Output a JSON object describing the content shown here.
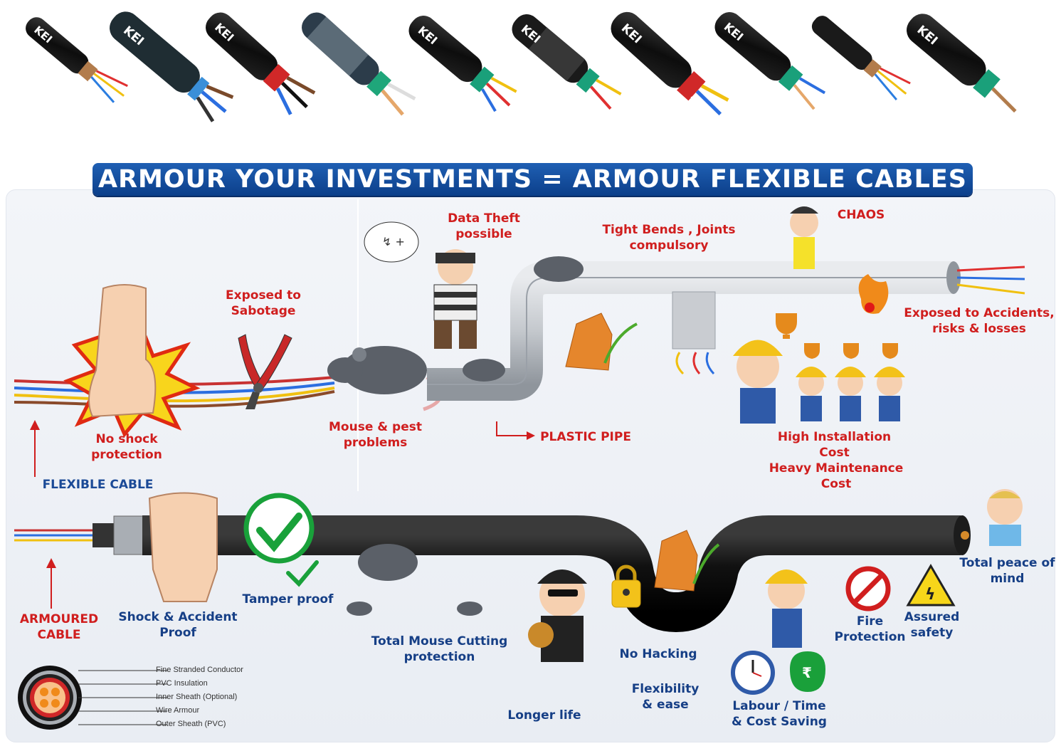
{
  "brand": {
    "cable_marking": "KEI"
  },
  "banner": {
    "title": "ARMOUR YOUR INVESTMENTS = ARMOUR FLEXIBLE CABLES"
  },
  "flexible": {
    "label": "FLEXIBLE CABLE",
    "no_shock": "No shock protection",
    "sabotage": "Exposed to Sabotage",
    "mouse": "Mouse & pest problems",
    "data_theft": "Data Theft possible",
    "plastic_pipe": "PLASTIC PIPE",
    "bends": "Tight Bends , Joints compulsory",
    "chaos": "CHAOS",
    "accidents": "Exposed to Accidents, risks & losses",
    "install_cost": "High Installation Cost",
    "maint_cost": "Heavy Maintenance Cost"
  },
  "armoured": {
    "label": "ARMOURED CABLE",
    "shock_proof": "Shock & Accident Proof",
    "tamper": "Tamper proof",
    "mouse_protect": "Total Mouse Cutting protection",
    "longer_life": "Longer life",
    "no_hacking": "No Hacking",
    "flexibility": "Flexibility & ease",
    "labour": "Labour / Time & Cost Saving",
    "fire": "Fire Protection",
    "safety": "Assured safety",
    "peace": "Total peace of mind"
  },
  "legend": {
    "items": [
      "Fine Stranded Conductor",
      "PVC Insulation",
      "Inner Sheath (Optional)",
      "Wire Armour",
      "Outer Sheath (PVC)"
    ]
  },
  "colors": {
    "banner": "#1f5fb3",
    "warning_red": "#d01e1e",
    "label_blue": "#1b4a97",
    "cable_black": "#111111",
    "pipe_grey": "#c9ccd1"
  }
}
